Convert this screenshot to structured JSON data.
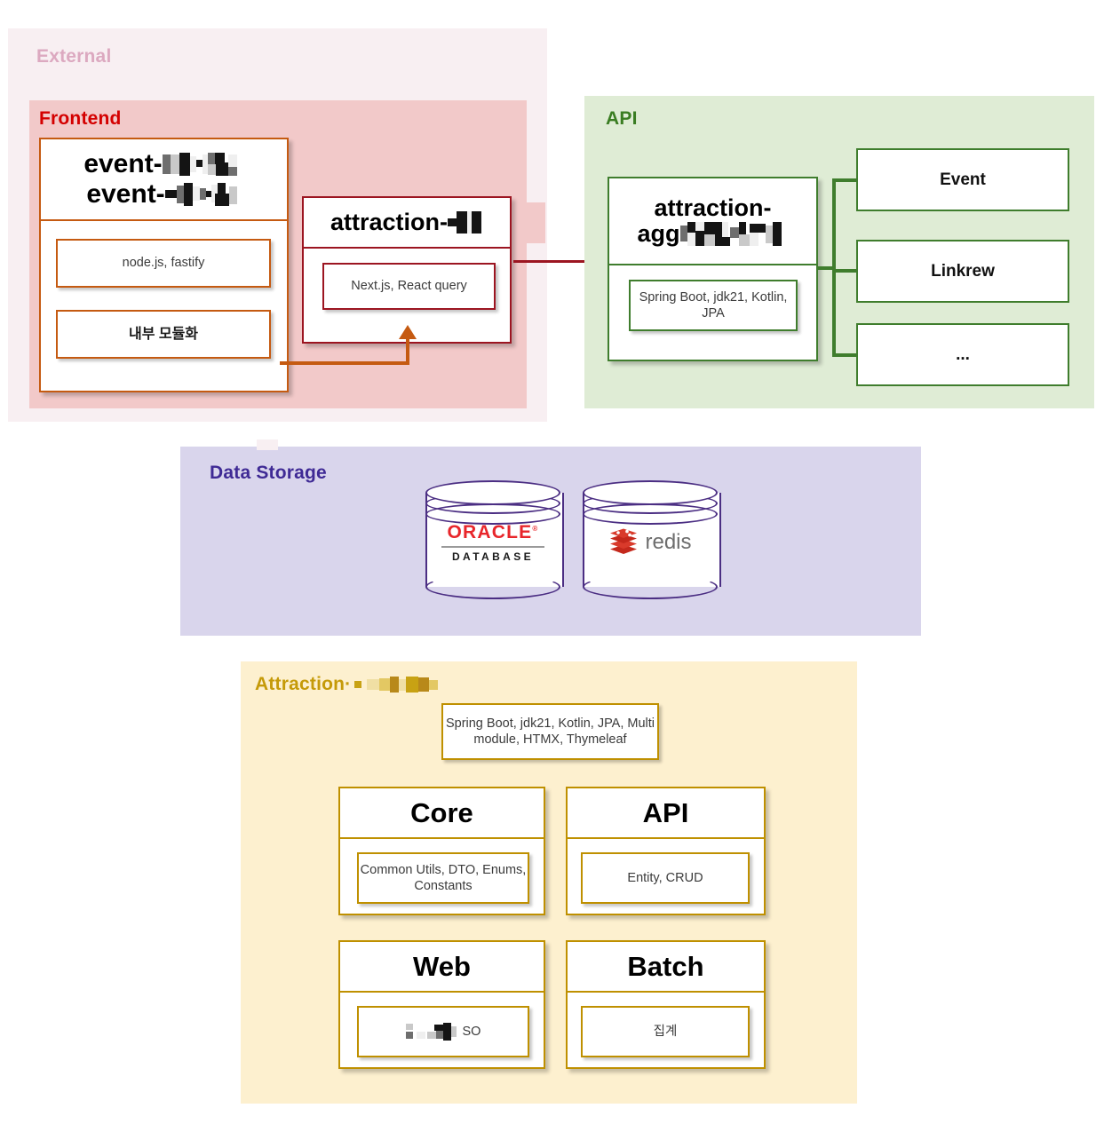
{
  "diagram": {
    "title": "System Architecture Diagram",
    "colors": {
      "external_bg": "#f8eff2",
      "external_title": "#dca9c0",
      "frontend_bg": "#f2c9c9",
      "frontend_title": "#d40000",
      "api_bg": "#dfecd5",
      "api_title": "#3a7d22",
      "storage_bg": "#d9d5ec",
      "storage_title": "#3f2a95",
      "attraction_bg": "#fdf0cf",
      "attraction_title": "#c59a09",
      "orange_border": "#c55a11",
      "darkred_border": "#9c1521",
      "green_border": "#3f7d2d",
      "gold_border": "#bf9000"
    }
  },
  "external": {
    "title": "External",
    "frontend": {
      "title": "Frontend",
      "boxes": [
        {
          "title_line1": "event-",
          "title_line2": "event-",
          "title_redacted": true,
          "chips": [
            "node.js, fastify",
            "내부 모듈화"
          ]
        },
        {
          "title": "attraction-",
          "title_redacted": true,
          "chips": [
            "Next.js, React query"
          ]
        }
      ]
    }
  },
  "api": {
    "title": "API",
    "aggregator": {
      "title_line1": "attraction-",
      "title_line2": "agg",
      "title_redacted": true,
      "chip": "Spring Boot, jdk21, Kotlin, JPA"
    },
    "leaves": [
      "Event",
      "Linkrew",
      "..."
    ]
  },
  "storage": {
    "title": "Data Storage",
    "databases": [
      {
        "name": "oracle-database",
        "word": "ORACLE",
        "trademark": "®",
        "sub": "DATABASE"
      },
      {
        "name": "redis",
        "word": "redis"
      }
    ]
  },
  "attraction": {
    "title": "Attraction·",
    "title_redacted": true,
    "stack_chip": "Spring Boot, jdk21, Kotlin, JPA, Multi module, HTMX, Thymeleaf",
    "modules": [
      {
        "title": "Core",
        "chip": "Common Utils, DTO, Enums, Constants"
      },
      {
        "title": "API",
        "chip": "Entity, CRUD"
      },
      {
        "title": "Web",
        "chip": "SO",
        "chip_redacted": true
      },
      {
        "title": "Batch",
        "chip": "집계"
      }
    ]
  },
  "connectors": [
    {
      "name": "frontend-to-api",
      "color": "#9c1521",
      "style": "arrow-right"
    },
    {
      "name": "module-to-attraction-front",
      "color": "#c55a11",
      "style": "arrow-up"
    },
    {
      "name": "aggregator-to-leaves",
      "color": "#3f7d2d",
      "style": "branch"
    }
  ]
}
